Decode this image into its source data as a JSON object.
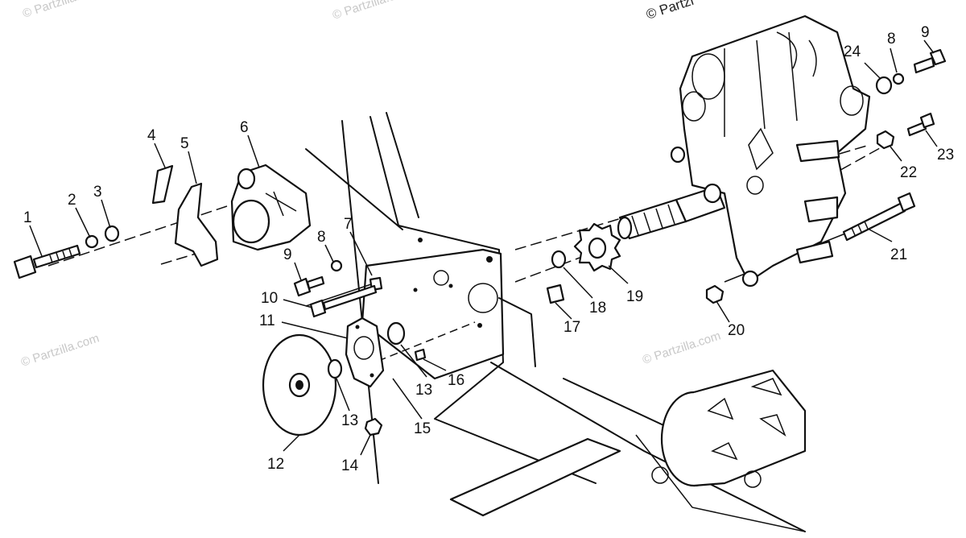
{
  "watermark": {
    "text": "© Partzilla.com",
    "top_right_text": "© Partzi"
  },
  "callouts": [
    "1",
    "2",
    "3",
    "4",
    "5",
    "6",
    "7",
    "8",
    "9",
    "10",
    "11",
    "12",
    "13",
    "13",
    "14",
    "15",
    "16",
    "17",
    "18",
    "19",
    "20",
    "21",
    "22",
    "23",
    "24",
    "8",
    "9"
  ]
}
